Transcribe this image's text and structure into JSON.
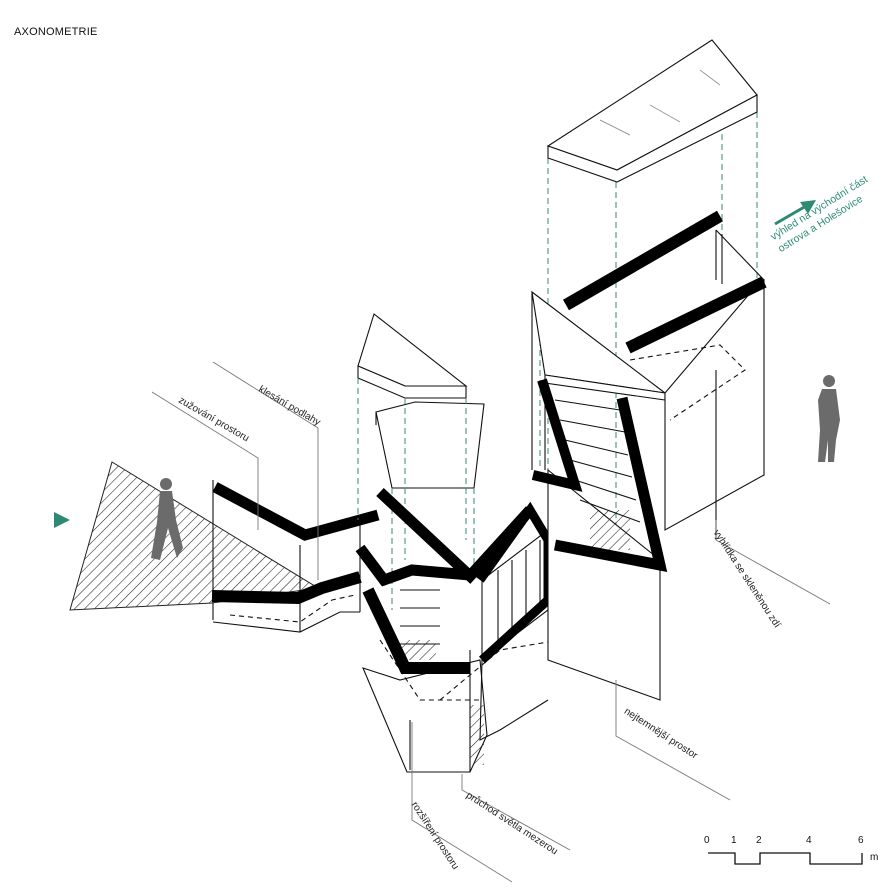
{
  "title": "AXONOMETRIE",
  "labels": {
    "narrowing": "zužování prostoru",
    "floor_descent": "klesání podlahy",
    "view_platform": "vyhlídka se skleněnou zdí",
    "darkest": "nejtemnější prostor",
    "light_passage": "průchod světla mezerou",
    "expansion": "rozšíření prostoru"
  },
  "view_note": {
    "line1": "výhled na východní část",
    "line2": "ostrova a Holešovice",
    "color": "#2f8a74"
  },
  "scale": {
    "ticks": [
      "0",
      "1",
      "2",
      "4",
      "6"
    ],
    "unit": "m"
  },
  "accent_color": "#2f8a74"
}
